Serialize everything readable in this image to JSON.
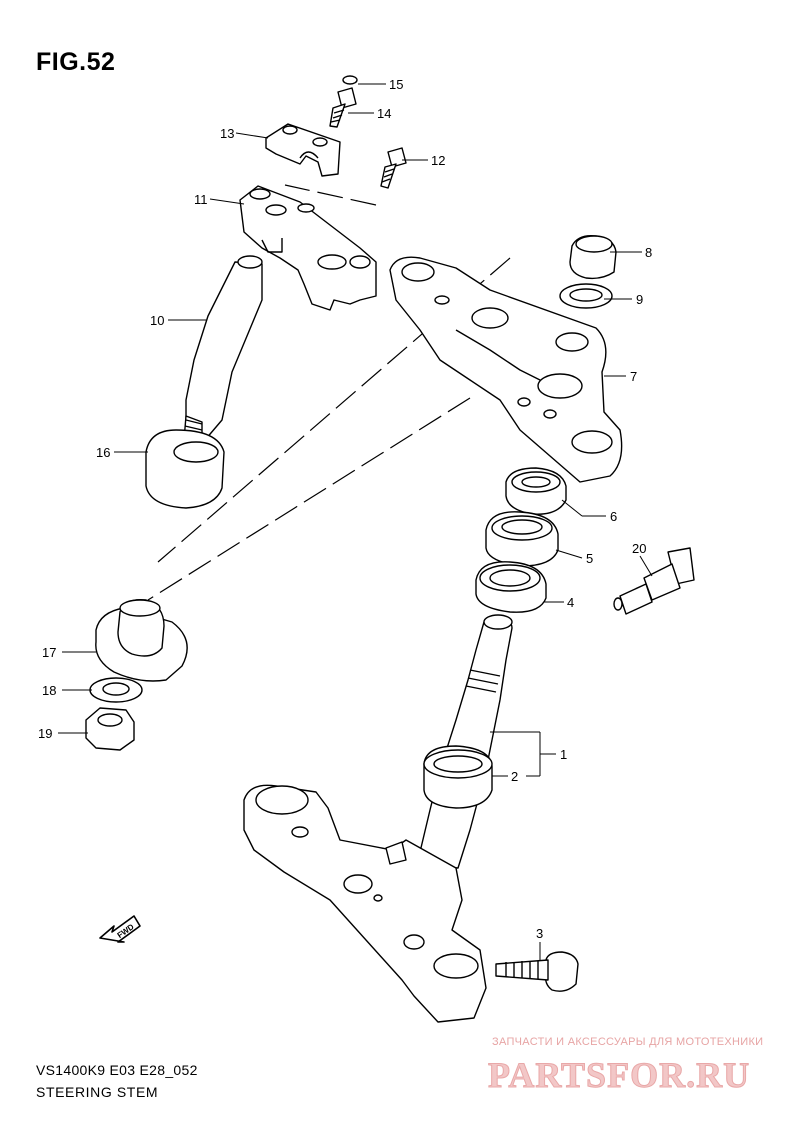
{
  "figure": {
    "title": "FIG.52",
    "model_code": "VS1400K9 E03 E28_052",
    "subtitle": "STEERING STEM"
  },
  "fwd_label": "FWD",
  "watermark": {
    "caption": "ЗАПЧАСТИ И АКСЕССУАРЫ ДЛЯ МОТОТЕХНИКИ",
    "logo": "PARTSFOR.RU"
  },
  "callouts": [
    "1",
    "2",
    "3",
    "4",
    "5",
    "6",
    "7",
    "8",
    "9",
    "10",
    "11",
    "12",
    "13",
    "14",
    "15",
    "16",
    "17",
    "18",
    "19",
    "20"
  ],
  "colors": {
    "line": "#000000",
    "fill": "#ffffff",
    "watermark": "#e9a8a8"
  }
}
